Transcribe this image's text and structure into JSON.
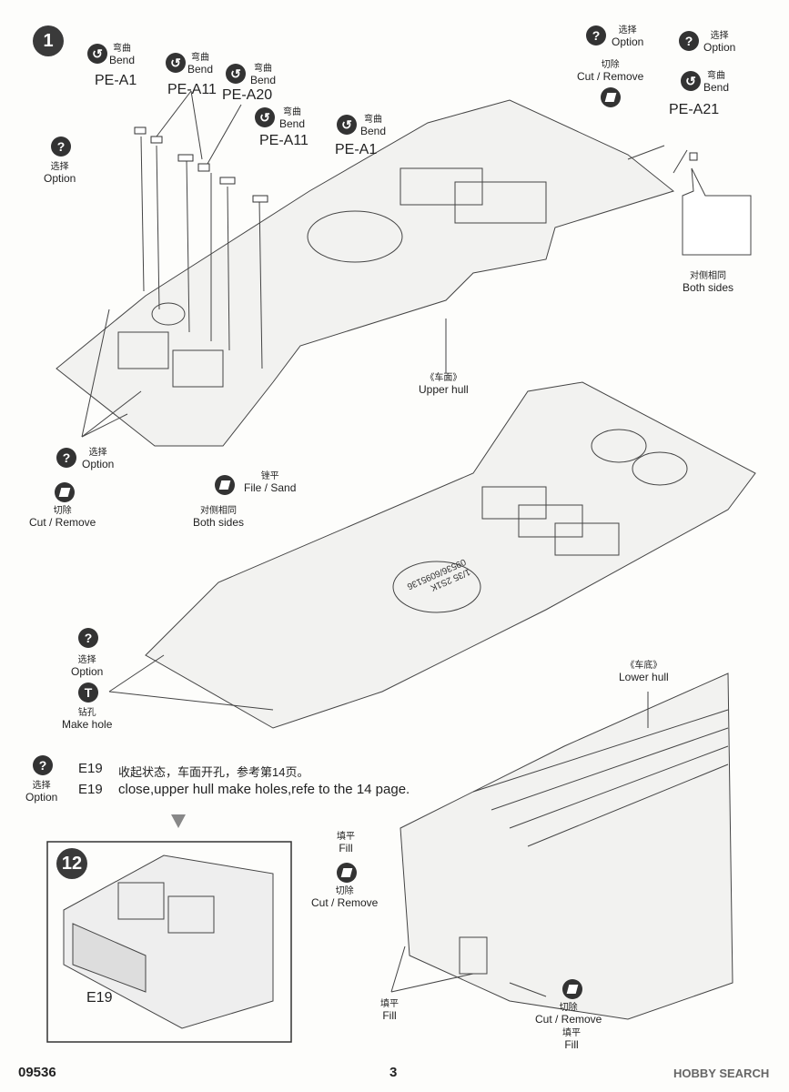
{
  "step": {
    "main": "1",
    "ref": "12"
  },
  "pe_parts": [
    "PE-A1",
    "PE-A11",
    "PE-A20",
    "PE-A11",
    "PE-A1",
    "PE-A21"
  ],
  "bend": {
    "cn": "弯曲",
    "en": "Bend"
  },
  "option": {
    "cn": "选择",
    "en": "Option"
  },
  "cut_remove": {
    "cn": "切除",
    "en": "Cut / Remove"
  },
  "file_sand": {
    "cn": "锉平",
    "en": "File / Sand"
  },
  "both_sides": {
    "cn": "对侧相同",
    "en": "Both sides"
  },
  "make_hole": {
    "cn": "钻孔",
    "en": "Make hole"
  },
  "fill": {
    "cn": "填平",
    "en": "Fill"
  },
  "upper_hull": {
    "cn": "《车面》",
    "en": "Upper hull"
  },
  "lower_hull": {
    "cn": "《车底》",
    "en": "Lower hull"
  },
  "hull_marking": [
    "1/35 2S1K",
    "09536/6095136"
  ],
  "note": {
    "part": "E19",
    "cn": "收起状态，车面开孔，参考第14页。",
    "en": "close,upper hull make holes,refe to the 14 page."
  },
  "inset_label": "E19",
  "footer": {
    "code": "09536",
    "page": "3",
    "watermark": "HOBBY SEARCH"
  }
}
